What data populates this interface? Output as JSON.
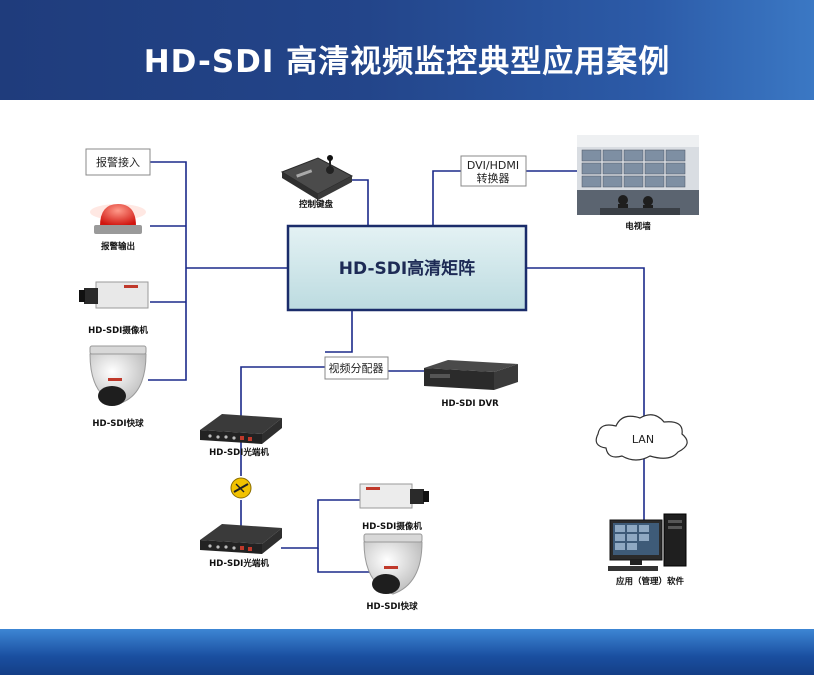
{
  "header": {
    "title": "HD-SDI 高清视频监控典型应用案例"
  },
  "diagram": {
    "matrix": "HD-SDI高清矩阵",
    "alarm_input": "报警接入",
    "alarm_output": "报警输出",
    "camera_left": "HD-SDI摄像机",
    "dome_left": "HD-SDI快球",
    "keyboard": "控制键盘",
    "converter_line1": "DVI/HDMI",
    "converter_line2": "转换器",
    "video_wall": "电视墙",
    "distributor": "视频分配器",
    "dvr": "HD-SDI DVR",
    "optical_top": "HD-SDI光端机",
    "optical_bottom": "HD-SDI光端机",
    "camera_bottom": "HD-SDI摄像机",
    "dome_bottom": "HD-SDI快球",
    "lan": "LAN",
    "software": "应用（管理）软件"
  },
  "colors": {
    "header_blue": "#23458a",
    "line_blue": "#1b2a8a",
    "matrix_fill": "#cfe6ea",
    "matrix_border": "#1a2c6a"
  }
}
